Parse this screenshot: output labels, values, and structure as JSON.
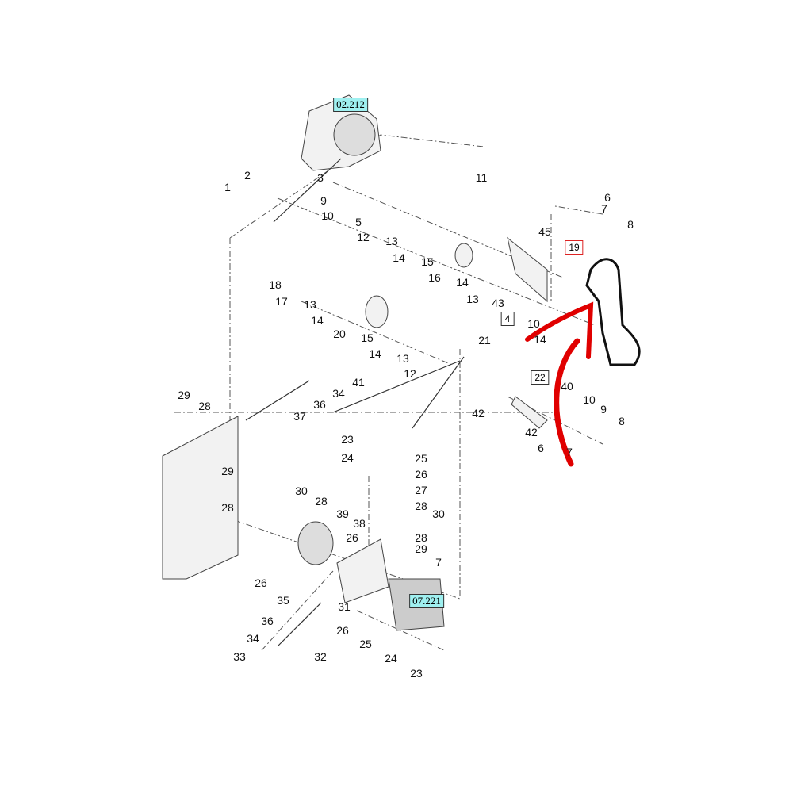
{
  "diagram": {
    "ref_codes": [
      "02.212",
      "07.221"
    ],
    "boxed_labels": [
      "19",
      "4",
      "22"
    ],
    "callouts": [
      "1",
      "2",
      "3",
      "11",
      "9",
      "10",
      "5",
      "12",
      "13",
      "14",
      "15",
      "16",
      "14",
      "13",
      "43",
      "45",
      "6",
      "7",
      "8",
      "18",
      "17",
      "13",
      "14",
      "20",
      "15",
      "14",
      "13",
      "12",
      "21",
      "10",
      "14",
      "40",
      "10",
      "9",
      "8",
      "42",
      "42",
      "6",
      "7",
      "41",
      "34",
      "36",
      "37",
      "29",
      "28",
      "23",
      "24",
      "25",
      "26",
      "27",
      "28",
      "30",
      "29",
      "28",
      "30",
      "28",
      "39",
      "38",
      "26",
      "28",
      "29",
      "7",
      "26",
      "31",
      "35",
      "36",
      "34",
      "33",
      "32",
      "26",
      "25",
      "24",
      "23"
    ],
    "highlight_color": "#e00000",
    "ref_color": "#9ff0f0"
  }
}
